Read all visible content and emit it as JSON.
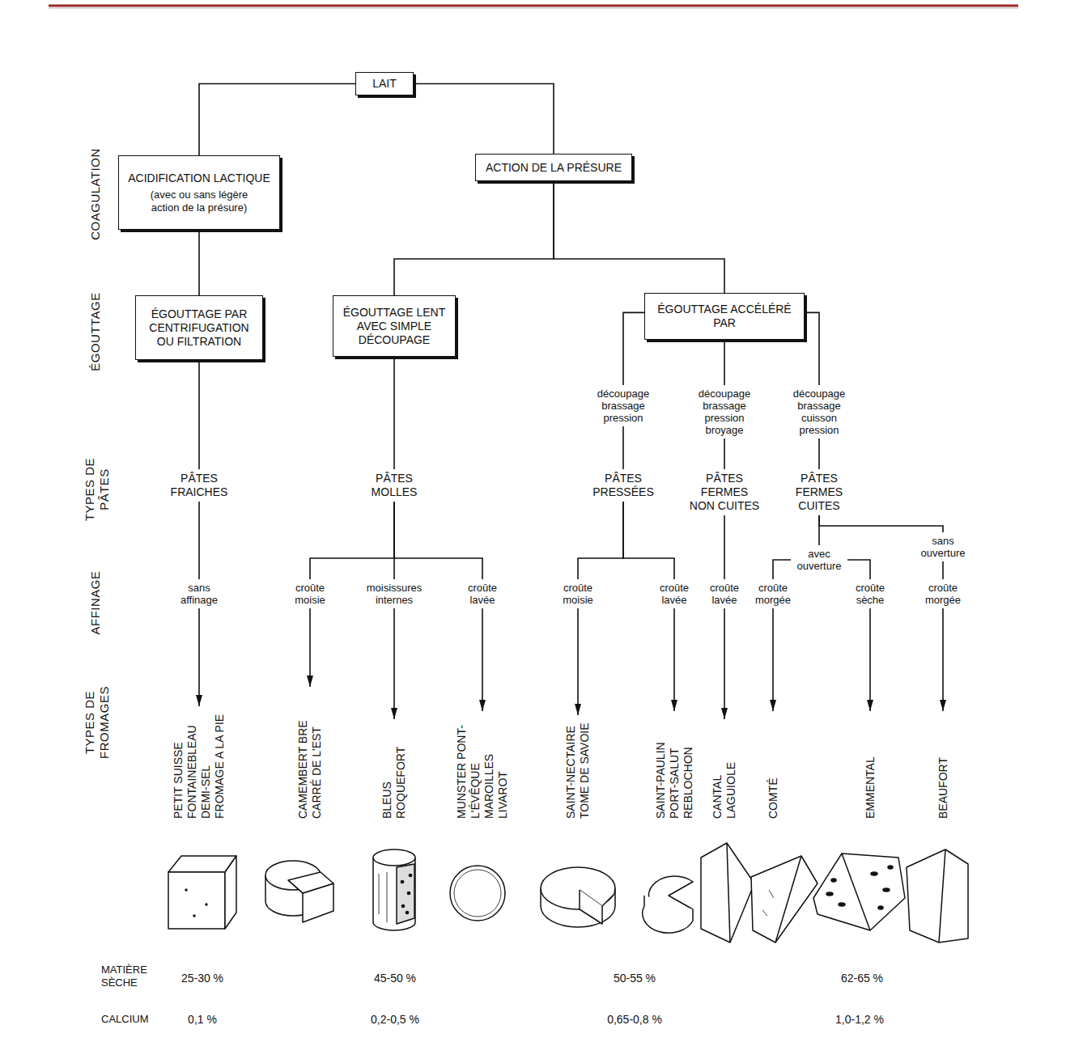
{
  "diagram": {
    "nodes": [
      {
        "text": [
          "LAIT"
        ]
      },
      {
        "text": [
          "ACIDIFICATION LACTIQUE",
          "(avec ou sans légère action de la présure)"
        ]
      },
      {
        "text": [
          "ACTION DE LA PRÉSURE"
        ]
      },
      {
        "text": [
          "ÉGOUTTAGE PAR CENTRIFUGATION OU FILTRATION"
        ]
      },
      {
        "text": [
          "ÉGOUTTAGE LENT AVEC SIMPLE DÉCOUPAGE"
        ]
      },
      {
        "text": [
          "ÉGOUTTAGE ACCÉLÉRÉ PAR"
        ]
      },
      {
        "text": [
          "découpage brassage pression"
        ]
      },
      {
        "text": [
          "découpage brassage pression broyage"
        ]
      },
      {
        "text": [
          "découpage brassage cuisson pression"
        ]
      },
      {
        "text": [
          "PÂTES FRAICHES"
        ]
      },
      {
        "text": [
          "PÂTES MOLLES"
        ]
      },
      {
        "text": [
          "PÂTES PRESSÉES"
        ]
      },
      {
        "text": [
          "PÂTES FERMES NON CUITES"
        ]
      },
      {
        "text": [
          "PÂTES FERMES CUITES"
        ]
      },
      {
        "text": [
          "sans ouverture"
        ]
      },
      {
        "text": [
          "avec ouverture"
        ]
      },
      {
        "text": [
          "sans affinage"
        ]
      },
      {
        "text": [
          "croûte moisie"
        ]
      },
      {
        "text": [
          "moisissures internes"
        ]
      },
      {
        "text": [
          "croûte lavée"
        ]
      },
      {
        "text": [
          "croûte moisie"
        ]
      },
      {
        "text": [
          "croûte lavée"
        ]
      },
      {
        "text": [
          "croûte lavée"
        ]
      },
      {
        "text": [
          "croûte morgée"
        ]
      },
      {
        "text": [
          "croûte sèche"
        ]
      },
      {
        "text": [
          "croûte morgée"
        ]
      },
      {
        "text": [
          "PETIT SUISSE FONTAINEBLEAU DEMI-SEL FROMAGE A LA PIE"
        ]
      },
      {
        "text": [
          "CAMEMBERT BRE CARRÉ DE L'EST"
        ]
      },
      {
        "text": [
          "BLEUS ROQUEFORT"
        ]
      },
      {
        "text": [
          "MUNSTER PONT-L'ÉVÊQUE MAROILLES LIVAROT"
        ]
      },
      {
        "text": [
          "SAINT-NECTAIRE TOME DE SAVOIE"
        ]
      },
      {
        "text": [
          "SAINT-PAULIN PORT-SALUT REBLOCHON"
        ]
      },
      {
        "text": [
          "CANTAL LAGUIOLE"
        ]
      },
      {
        "text": [
          "COMTÉ"
        ]
      },
      {
        "text": [
          "EMMENTAL"
        ]
      },
      {
        "text": [
          "BEAUFORT"
        ]
      }
    ],
    "edges": [
      {
        "from": 0,
        "to": 1,
        "arrow": "none"
      },
      {
        "from": 0,
        "to": 2,
        "arrow": "none"
      },
      {
        "from": 1,
        "to": 3,
        "arrow": "none"
      },
      {
        "from": 2,
        "to": 4,
        "arrow": "none"
      },
      {
        "from": 2,
        "to": 5,
        "arrow": "none"
      },
      {
        "from": 3,
        "to": 9,
        "arrow": "none"
      },
      {
        "from": 4,
        "to": 10,
        "arrow": "none"
      },
      {
        "from": 5,
        "to": 6,
        "arrow": "none"
      },
      {
        "from": 5,
        "to": 7,
        "arrow": "none"
      },
      {
        "from": 5,
        "to": 8,
        "arrow": "none"
      },
      {
        "from": 6,
        "to": 11,
        "arrow": "none"
      },
      {
        "from": 7,
        "to": 12,
        "arrow": "none"
      },
      {
        "from": 8,
        "to": 13,
        "arrow": "none"
      },
      {
        "from": 9,
        "to": 16,
        "arrow": "none"
      },
      {
        "from": 10,
        "to": 17,
        "arrow": "none"
      },
      {
        "from": 10,
        "to": 18,
        "arrow": "none"
      },
      {
        "from": 10,
        "to": 19,
        "arrow": "none"
      },
      {
        "from": 11,
        "to": 20,
        "arrow": "none"
      },
      {
        "from": 11,
        "to": 21,
        "arrow": "none"
      },
      {
        "from": 12,
        "to": 22,
        "arrow": "none"
      },
      {
        "from": 13,
        "to": 15,
        "arrow": "none"
      },
      {
        "from": 13,
        "to": 14,
        "arrow": "none"
      },
      {
        "from": 15,
        "to": 23,
        "arrow": "none"
      },
      {
        "from": 15,
        "to": 24,
        "arrow": "none"
      },
      {
        "from": 14,
        "to": 25,
        "arrow": "none"
      },
      {
        "from": 16,
        "to": 26,
        "arrow": "to"
      },
      {
        "from": 17,
        "to": 27,
        "arrow": "to"
      },
      {
        "from": 18,
        "to": 28,
        "arrow": "to"
      },
      {
        "from": 19,
        "to": 29,
        "arrow": "to"
      },
      {
        "from": 20,
        "to": 30,
        "arrow": "to"
      },
      {
        "from": 21,
        "to": 31,
        "arrow": "to"
      },
      {
        "from": 22,
        "to": 32,
        "arrow": "to"
      },
      {
        "from": 23,
        "to": 33,
        "arrow": "to"
      },
      {
        "from": 24,
        "to": 34,
        "arrow": "to"
      },
      {
        "from": 25,
        "to": 35,
        "arrow": "to"
      }
    ],
    "labels": [
      "COAGULATION",
      "ÉGOUTTAGE",
      "TYPES DE PÂTES",
      "AFFINAGE",
      "TYPES DE FROMAGES",
      "MATIÈRE SÈCHE",
      "25-30 %",
      "45-50 %",
      "50-55 %",
      "62-65 %",
      "CALCIUM",
      "0,1 %",
      "0,2-0,5 %",
      "0,65-0,8 %",
      "1,0-1,2 %"
    ]
  }
}
